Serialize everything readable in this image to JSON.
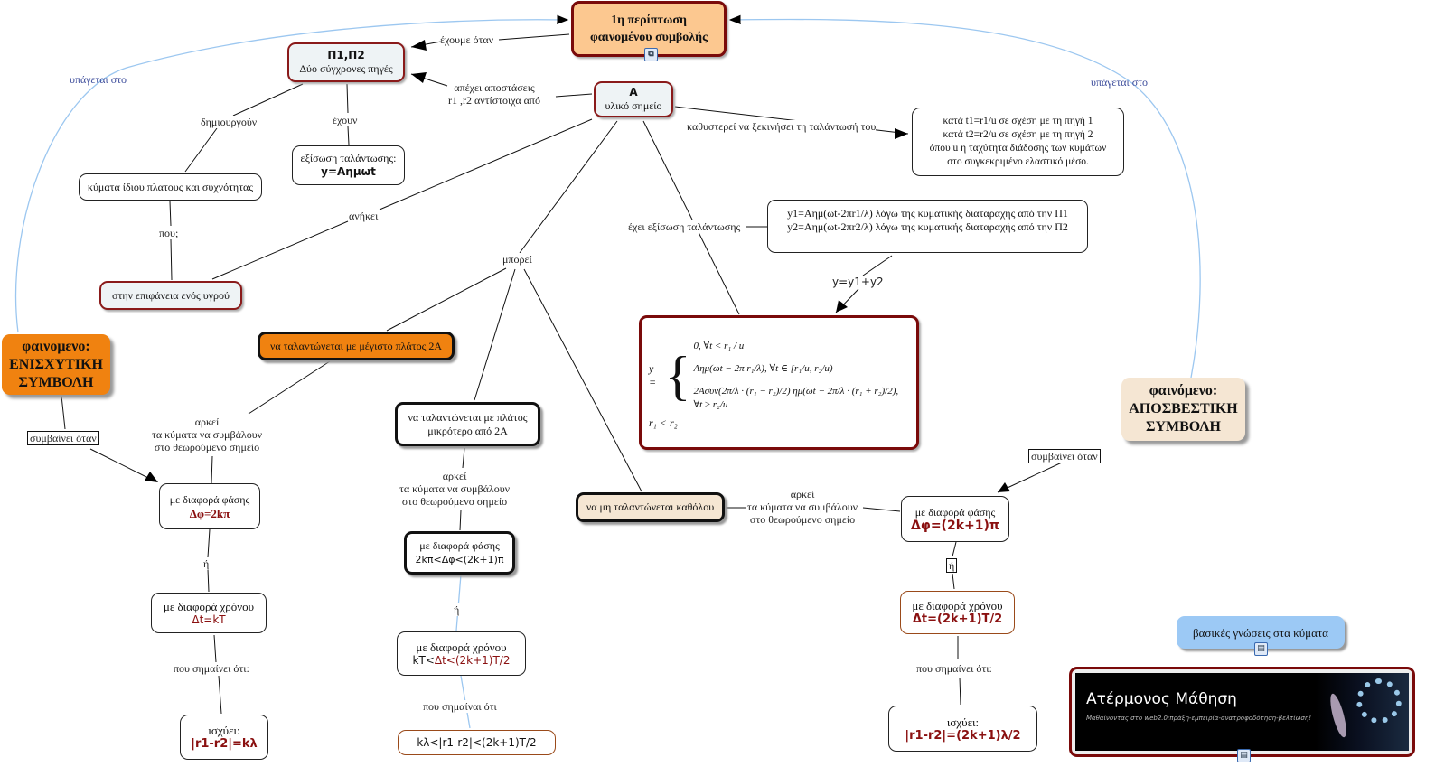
{
  "nodes": {
    "title": {
      "line1": "1η περίπτωση",
      "line2": "φαινομένου συμβολής",
      "icon": "concept-map-icon"
    },
    "sources": {
      "line1": "Π1,Π2",
      "line2": "Δύο σύγχρονες πηγές"
    },
    "point_a": {
      "line1": "A",
      "line2": "υλικό σημείο"
    },
    "delay": {
      "lines": [
        "κατά t1=r1/u σε σχέση με τη πηγή 1",
        "κατά t2=r2/u σε σχέση με τη πηγή 2",
        "όπου u η ταχύτητα διάδοσης των κυμάτων",
        "στο συγκεκριμένο ελαστικό μέσο."
      ]
    },
    "source_eq": {
      "line1": "εξίσωση ταλάντωσης:",
      "line2": "y=Aημωt"
    },
    "same_waves": {
      "text": "κύματα ίδιου πλατους και συχνότητας"
    },
    "surface": {
      "text": "στην επιφάνεια ενός υγρού"
    },
    "constructive": {
      "line1": "φαινομενο:",
      "line2": "ΕΝΙΣΧΥΤΙΚΗ",
      "line3": "ΣΥΜΒΟΛΗ"
    },
    "max_amp": {
      "text": "να ταλαντώνεται με μέγιστο πλάτος 2Α"
    },
    "smaller_amp": {
      "line1": "να ταλαντώνεται με πλάτος",
      "line2": "μικρότερο από 2Α"
    },
    "y_eqs": {
      "line1": "y1=Aημ(ωt-2πr1/λ) λόγω της κυματικής διαταραχής από την Π1",
      "line2": "y2=Aημ(ωt-2πr2/λ) λόγω της κυματικής διαταραχής από την Π2"
    },
    "formula": {
      "lhs": "y =",
      "case1": "0, ∀t < r₁ / u",
      "case2": "Aημ(ωt − 2π r₁/λ), ∀t ∈ [r₁/u, r₂/u)",
      "case3": "2Aσυν(2π/λ · (r₁ − r₂)/2) ημ(ωt − 2π/λ · (r₁ + r₂)/2), ∀t ≥ r₂/u",
      "cond": "r₁ < r₂"
    },
    "no_osc": {
      "text": "να μη ταλαντώνεται καθόλου"
    },
    "destructive": {
      "line1": "φαινόμενο:",
      "line2": "ΑΠΟΣΒΕΣΤΙΚΗ",
      "line3": "ΣΥΜΒΟΛΗ"
    },
    "phase_c": {
      "line1": "με διαφορά φάσης",
      "line2": "Δφ=2kπ"
    },
    "time_c": {
      "line1": "με διαφορά χρόνου",
      "line2": "Δt=kT"
    },
    "holds_c": {
      "line1": "ισχύει:",
      "line2": "|r1-r2|=kλ"
    },
    "phase_m": {
      "line1": "με διαφορά φάσης",
      "line2": "2kπ<Δφ<(2k+1)π"
    },
    "time_m": {
      "line1": "με διαφορά χρόνου",
      "line2a": "kT<",
      "line2b": "Δt<(2k+1)T/2"
    },
    "holds_m": {
      "text": "kλ<|r1-r2|<(2k+1)T/2"
    },
    "phase_d": {
      "line1": "με διαφορά φάσης",
      "line2": "Δφ=(2k+1)π"
    },
    "time_d": {
      "line1": "με διαφορά χρόνου",
      "line2": "Δt=(2k+1)T/2"
    },
    "holds_d": {
      "line1": "ισχύει:",
      "line2": "|r1-r2|=(2k+1)λ/2"
    },
    "basics": {
      "text": "βασικές γνώσεις στα κύματα",
      "icon": "resource-icon"
    },
    "banner": {
      "title": "Ατέρμονος Μάθηση",
      "subtitle": "Μαθαίνοντας στο web2.0:πράξη-εμπειρία-ανατροφοδότηση-βελτίωση!",
      "icon": "resource-icon"
    }
  },
  "links": {
    "have_when": "έχουμε όταν",
    "distance": [
      "απέχει αποστάσεις",
      "r1 ,r2 αντίστοιχα από"
    ],
    "create": "δημιουργούν",
    "have": "έχουν",
    "where": "που;",
    "belongs": "ανήκει",
    "delays": "καθυστερεί να ξεκινήσει τη ταλάντωσή του",
    "has_eq": "έχει εξίσωση ταλάντωσης",
    "sum": "y=y1+y2",
    "can": "μπορεί",
    "suffices": [
      "αρκεί",
      "τα κύματα να συμβάλουν",
      "στο θεωρούμενο σημείο"
    ],
    "or": "ή",
    "means": "που σημαίνει ότι:",
    "means_m": "που σημαίναι ότι",
    "happens_when": "συμβαίνει όταν",
    "belongs_to": "υπάγεται στο"
  },
  "colors": {
    "orange": "#f08210",
    "peach": "#fcc890",
    "dark_red": "#8a1010",
    "light_blue": "#9cc9f5",
    "beige": "#f5e6d3"
  }
}
